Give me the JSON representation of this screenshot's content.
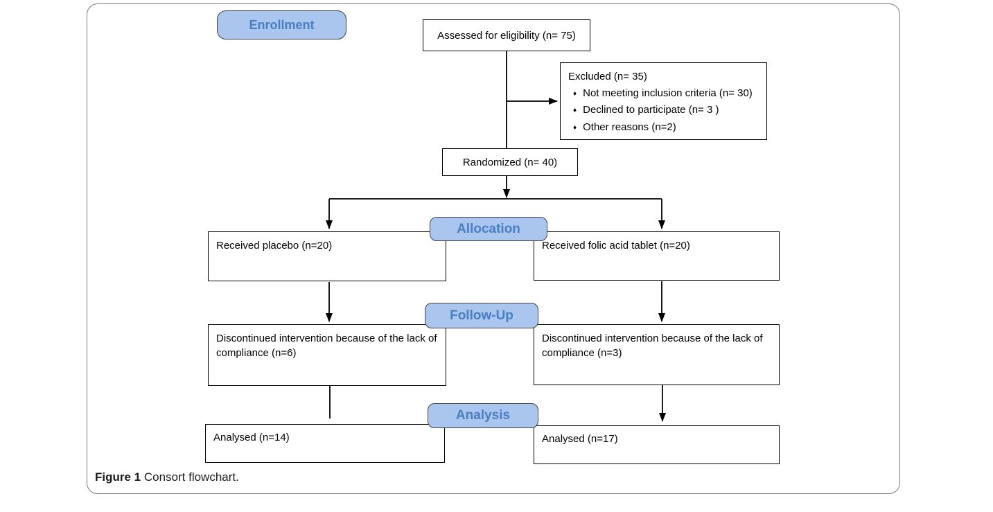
{
  "caption": {
    "label": "Figure 1",
    "text": " Consort flowchart."
  },
  "badges": {
    "enrollment": "Enrollment",
    "allocation": "Allocation",
    "followup": "Follow-Up",
    "analysis": "Analysis"
  },
  "boxes": {
    "assessed": "Assessed for eligibility (n= 75)",
    "excluded": {
      "title": "Excluded (n= 35)",
      "bullet": "♦",
      "items": [
        "Not meeting inclusion criteria (n= 30)",
        "Declined to participate (n= 3 )",
        "Other reasons (n=2)"
      ]
    },
    "randomized": "Randomized (n= 40)",
    "received_placebo": "Received placebo (n=20)",
    "received_folic": "Received folic acid tablet (n=20)",
    "discontinued_placebo": "Discontinued intervention because of the lack of compliance (n=6)",
    "discontinued_folic": "Discontinued intervention because of the lack of compliance (n=3)",
    "analysed_placebo": "Analysed (n=14)",
    "analysed_folic": "Analysed (n=17)"
  },
  "colors": {
    "badge_fill": "#aac6ee",
    "badge_text": "#4a7ec2",
    "badge_border": "#404040",
    "box_border": "#000000",
    "frame_border": "#7a7a7a",
    "connector": "#000000"
  }
}
